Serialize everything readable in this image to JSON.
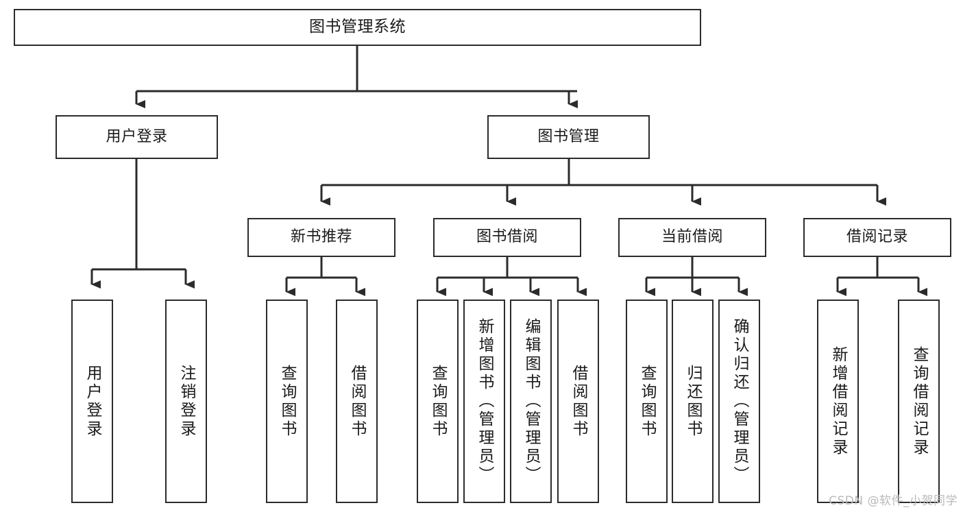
{
  "diagram": {
    "title": "图书管理系统",
    "watermark": "CSDN @软件_小贺同学",
    "accent_color": "#2b2b2b",
    "background_color": "#ffffff",
    "text_color": "#1a1a1a"
  },
  "nodes": {
    "root": {
      "label": "图书管理系统"
    },
    "level2": [
      {
        "label": "用户登录"
      },
      {
        "label": "图书管理"
      }
    ],
    "level3": [
      {
        "label": "新书推荐"
      },
      {
        "label": "图书借阅"
      },
      {
        "label": "当前借阅"
      },
      {
        "label": "借阅记录"
      }
    ],
    "leaves_user_login": [
      {
        "label": "用户登录"
      },
      {
        "label": "注销登录"
      }
    ],
    "leaves_new_book": [
      {
        "label": "查询图书"
      },
      {
        "label": "借阅图书"
      }
    ],
    "leaves_borrow": [
      {
        "label": "查询图书"
      },
      {
        "label": "新增图书（管理员）"
      },
      {
        "label": "编辑图书（管理员）"
      },
      {
        "label": "借阅图书"
      }
    ],
    "leaves_current": [
      {
        "label": "查询图书"
      },
      {
        "label": "归还图书"
      },
      {
        "label": "确认归还（管理员）"
      }
    ],
    "leaves_records": [
      {
        "label": "新增借阅记录"
      },
      {
        "label": "查询借阅记录"
      }
    ]
  },
  "chart_data": {
    "type": "diagram",
    "title": "图书管理系统",
    "layout": "top-down tree / hierarchy chart",
    "levels": 4,
    "tree": {
      "name": "图书管理系统",
      "children": [
        {
          "name": "用户登录",
          "children": [
            {
              "name": "用户登录"
            },
            {
              "name": "注销登录"
            }
          ]
        },
        {
          "name": "图书管理",
          "children": [
            {
              "name": "新书推荐",
              "children": [
                {
                  "name": "查询图书"
                },
                {
                  "name": "借阅图书"
                }
              ]
            },
            {
              "name": "图书借阅",
              "children": [
                {
                  "name": "查询图书"
                },
                {
                  "name": "新增图书（管理员）"
                },
                {
                  "name": "编辑图书（管理员）"
                },
                {
                  "name": "借阅图书"
                }
              ]
            },
            {
              "name": "当前借阅",
              "children": [
                {
                  "name": "查询图书"
                },
                {
                  "name": "归还图书"
                },
                {
                  "name": "确认归还（管理员）"
                }
              ]
            },
            {
              "name": "借阅记录",
              "children": [
                {
                  "name": "新增借阅记录"
                },
                {
                  "name": "查询借阅记录"
                }
              ]
            }
          ]
        }
      ]
    }
  }
}
